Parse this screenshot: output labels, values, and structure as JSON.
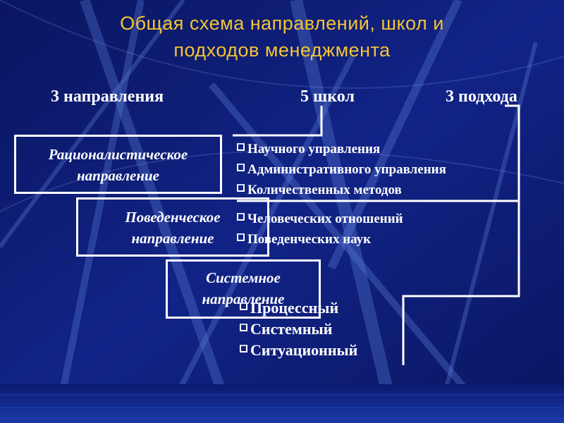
{
  "title": {
    "line1": "Общая схема направлений, школ и",
    "line2": "подходов менеджмента"
  },
  "columns": {
    "directions": "3 направления",
    "schools": "5 школ",
    "approaches": "3 подхода"
  },
  "directions": [
    {
      "line1": "Рационалистическое",
      "line2": "направление"
    },
    {
      "line1": "Поведенческое",
      "line2": "направление"
    },
    {
      "line1": "Системное",
      "line2": "направление"
    }
  ],
  "schools": [
    "Научного управления",
    "Административного управления",
    "Количественных методов",
    "Человеческих отношений",
    "Поведенческих наук"
  ],
  "approaches": [
    "Процессный",
    "Системный",
    "Ситуационный"
  ],
  "colors": {
    "background": "#0b1a6e",
    "title": "#f4c430",
    "text": "#ffffff"
  }
}
